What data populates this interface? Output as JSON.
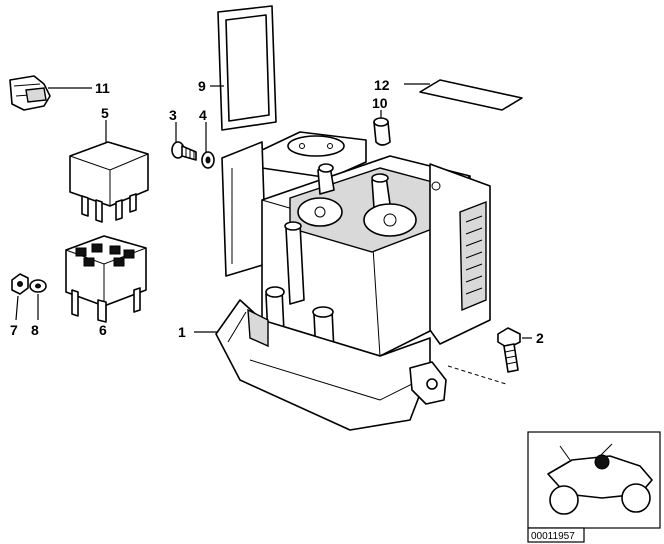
{
  "diagram": {
    "callouts": [
      {
        "id": "c1",
        "label": "1"
      },
      {
        "id": "c2",
        "label": "2"
      },
      {
        "id": "c3",
        "label": "3"
      },
      {
        "id": "c4",
        "label": "4"
      },
      {
        "id": "c5",
        "label": "5"
      },
      {
        "id": "c6",
        "label": "6"
      },
      {
        "id": "c7",
        "label": "7"
      },
      {
        "id": "c8",
        "label": "8"
      },
      {
        "id": "c9",
        "label": "9"
      },
      {
        "id": "c10",
        "label": "10"
      },
      {
        "id": "c11",
        "label": "11"
      },
      {
        "id": "c12",
        "label": "12"
      }
    ],
    "image_code": "00011957"
  }
}
